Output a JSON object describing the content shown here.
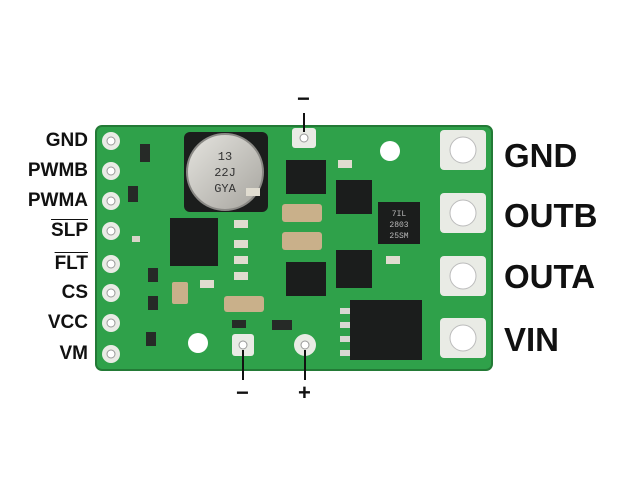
{
  "left_pins": [
    {
      "label": "GND",
      "overline": false
    },
    {
      "label": "PWMB",
      "overline": false
    },
    {
      "label": "PWMA",
      "overline": false
    },
    {
      "label": "SLP",
      "overline": true
    },
    {
      "label": "FLT",
      "overline": true
    },
    {
      "label": "CS",
      "overline": false
    },
    {
      "label": "VCC",
      "overline": false
    },
    {
      "label": "VM",
      "overline": false
    }
  ],
  "right_terminals": [
    "GND",
    "OUTB",
    "OUTA",
    "VIN"
  ],
  "symbols": {
    "top": "−",
    "bottom_left": "−",
    "bottom_right": "+"
  },
  "board": {
    "capacitor_text": [
      "13",
      "22J",
      "GYA"
    ],
    "chip_text": [
      "7IL",
      "2803",
      "25SM"
    ]
  },
  "colors": {
    "pcb": "#2fa14a",
    "pad": "#e9ebe5",
    "chip": "#1b1d1c",
    "cap_body": "#c8c7c1"
  }
}
